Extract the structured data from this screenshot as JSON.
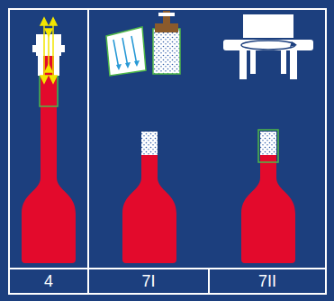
{
  "diagram": {
    "labels": [
      "4",
      "7I",
      "7II"
    ]
  }
}
